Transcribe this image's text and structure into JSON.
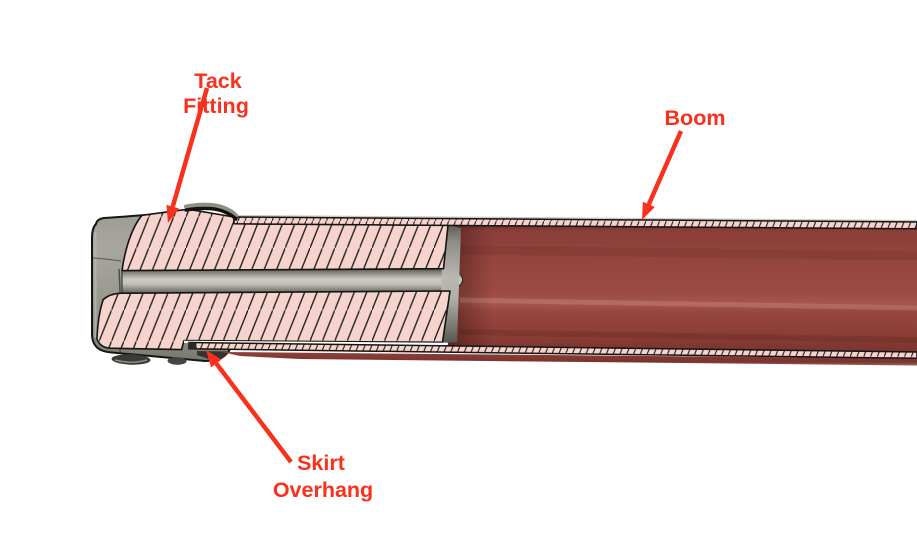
{
  "diagram": {
    "type": "cad-section-annotation",
    "annotations": {
      "tack_fitting": {
        "line1": "Tack",
        "line2": "Fitting"
      },
      "boom": {
        "label": "Boom"
      },
      "skirt_overhang": {
        "line1": "Skirt",
        "line2": "Overhang"
      }
    },
    "colors": {
      "annotation_red": "#f9301b",
      "section_hatch_fill": "#f6d3cc",
      "hatch_line": "#1f1f1f",
      "boom_interior_red": "#9a4a43",
      "boom_interior_dark": "#72302b",
      "fitting_gray": "#9b9b93",
      "outline_black": "#161614",
      "background": "#ffffff"
    }
  }
}
